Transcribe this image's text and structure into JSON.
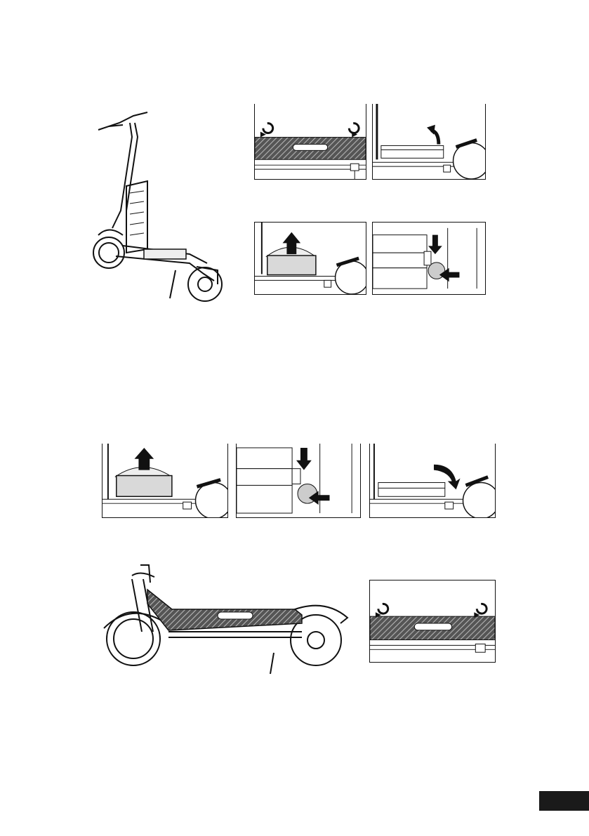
{
  "page": {
    "title": "",
    "page_number": ""
  },
  "illustrations": {
    "scooter_deck_open": "scooter-with-open-deck",
    "step1_unscrew": "unscrew-deck-screws",
    "step2_lift_cover": "lift-deck-cover",
    "step3_remove_battery": "lift-battery-out",
    "step4_disconnect": "press-and-disconnect-plug",
    "step5_insert_battery": "place-battery",
    "step6_connect": "connect-plug",
    "step7_close_cover": "lower-deck-cover",
    "scooter_deck_closed": "scooter-with-closed-deck",
    "step8_screw": "tighten-deck-screws"
  },
  "colors": {
    "line": "#111111",
    "arrow": "#111111",
    "battery": "#d9d9d9",
    "tab": "#1a1a1a"
  }
}
